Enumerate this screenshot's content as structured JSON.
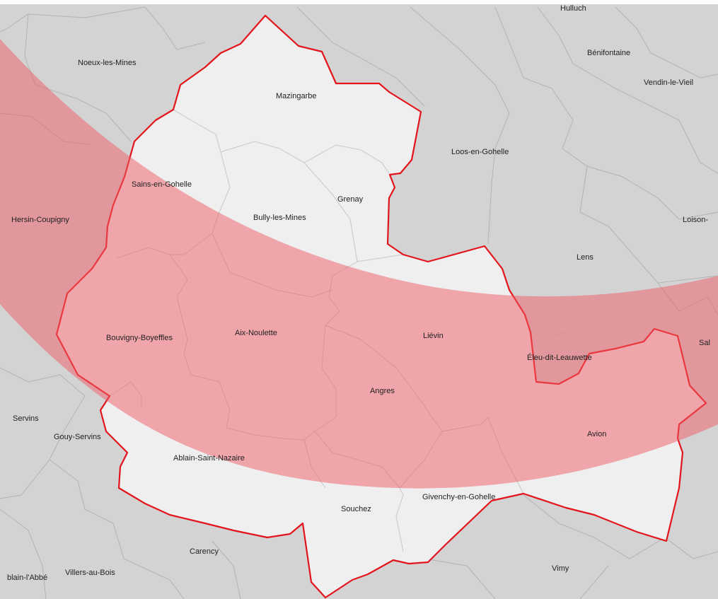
{
  "colors": {
    "background": "#ffffff",
    "outside_area": "#d3d3d3",
    "selected_area": "#efefef",
    "selected_border": "#e3141b",
    "commune_border": "#b3b3b3",
    "band_overlay": "#ef5b66"
  },
  "places": {
    "hulluch": "Hulluch",
    "benifontaine": "Bénifontaine",
    "vendin": "Vendin-le-Vieil",
    "noeux": "Noeux-les-Mines",
    "mazingarbe": "Mazingarbe",
    "loos": "Loos-en-Gohelle",
    "sains": "Sains-en-Gohelle",
    "grenay": "Grenay",
    "bully": "Bully-les-Mines",
    "hersin": "Hersin-Coupigny",
    "loison": "Loison-",
    "lens": "Lens",
    "bouvigny": "Bouvigny-Boyeffles",
    "aix": "Aix-Noulette",
    "lievin": "Liévin",
    "eleu": "Éleu-dit-Leauwette",
    "sal": "Sal",
    "angres": "Angres",
    "servins": "Servins",
    "gouy": "Gouy-Servins",
    "avion": "Avion",
    "ablain": "Ablain-Saint-Nazaire",
    "givenchy": "Givenchy-en-Gohelle",
    "souchez": "Souchez",
    "carency": "Carency",
    "vimy": "Vimy",
    "ablain_abbe": "blain-l'Abbé",
    "villers": "Villers-au-Bois"
  }
}
